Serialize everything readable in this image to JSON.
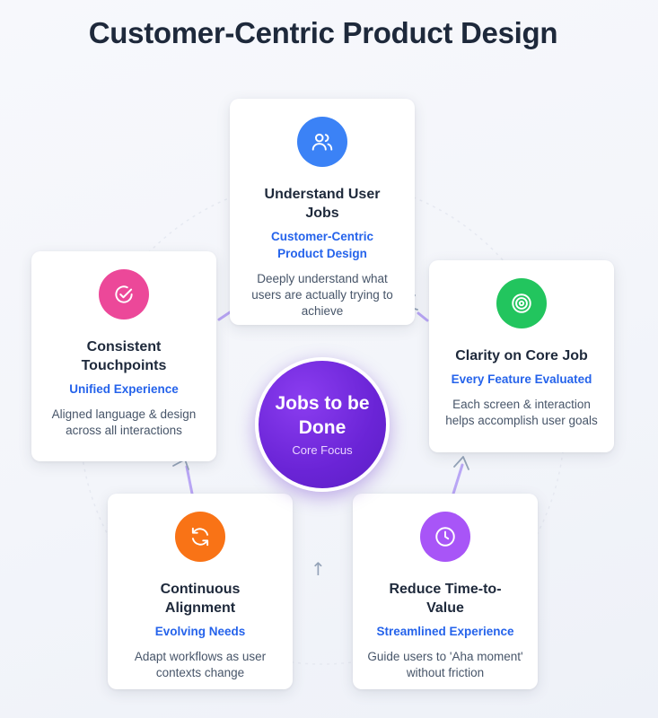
{
  "title": "Customer-Centric Product Design",
  "center": {
    "title": "Jobs to be Done",
    "subtitle": "Core Focus"
  },
  "cards": [
    {
      "icon": "users-icon",
      "icon_color": "#3b82f6",
      "heading": "Understand User Jobs",
      "subtitle": "Customer-Centric Product Design",
      "description": "Deeply understand what users are actually trying to achieve"
    },
    {
      "icon": "target-icon",
      "icon_color": "#22c55e",
      "heading": "Clarity on Core Job",
      "subtitle": "Every Feature Evaluated",
      "description": "Each screen & interaction helps accomplish user goals"
    },
    {
      "icon": "clock-icon",
      "icon_color": "#a855f7",
      "heading": "Reduce Time-to-Value",
      "subtitle": "Streamlined Experience",
      "description": "Guide users to 'Aha moment' without friction"
    },
    {
      "icon": "refresh-icon",
      "icon_color": "#f97316",
      "heading": "Continuous Alignment",
      "subtitle": "Evolving Needs",
      "description": "Adapt workflows as user contexts change"
    },
    {
      "icon": "check-circle-icon",
      "icon_color": "#ec4899",
      "heading": "Consistent Touchpoints",
      "subtitle": "Unified Experience",
      "description": "Aligned language & design across all interactions"
    }
  ],
  "colors": {
    "accent_text": "#2563eb",
    "connector": "#a78bfa",
    "arrow": "#94a3b8",
    "center_fill": "#6a24d6"
  }
}
